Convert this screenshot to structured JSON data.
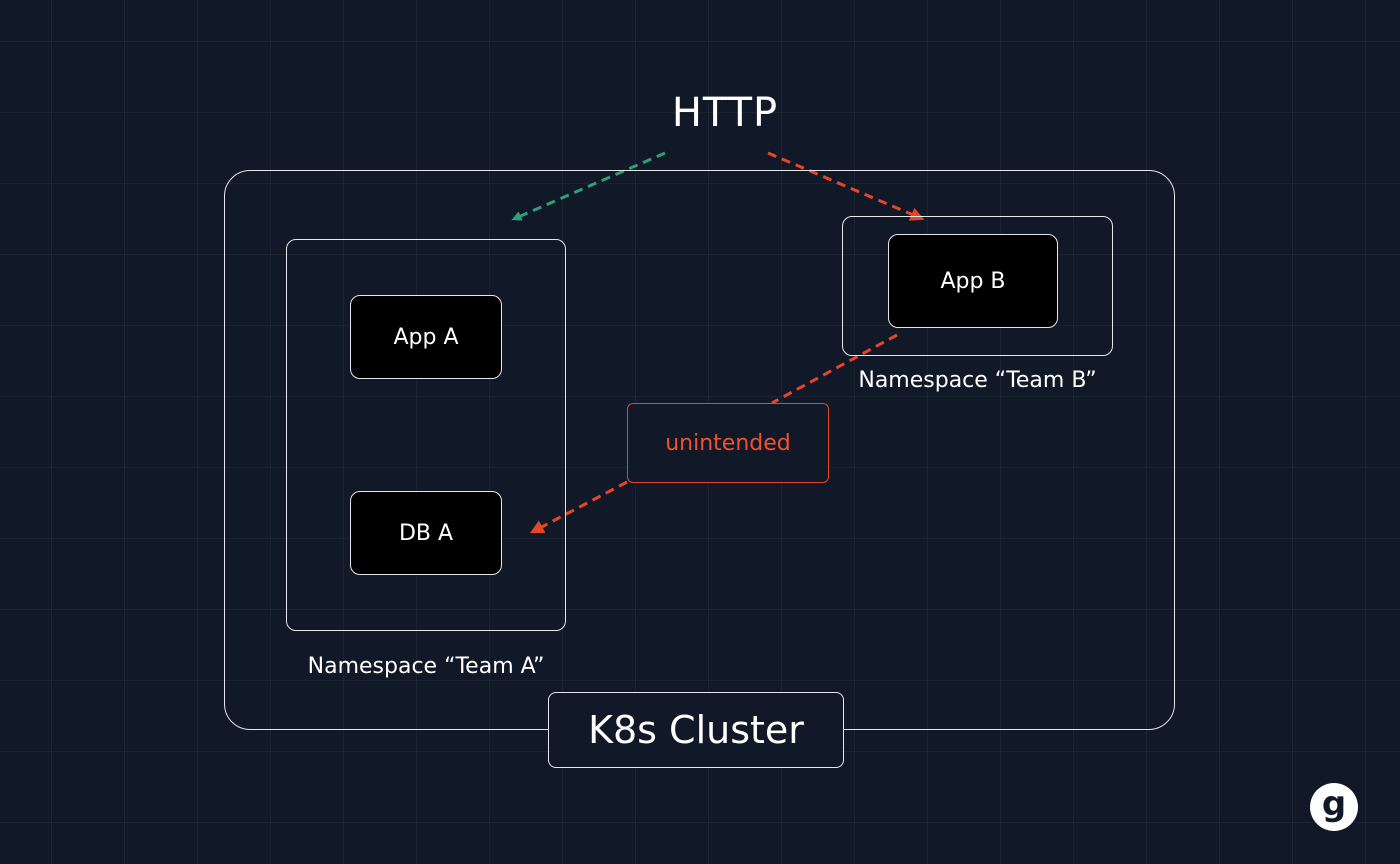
{
  "diagram": {
    "protocol_label": "HTTP",
    "cluster_label": "K8s Cluster",
    "namespaces": [
      {
        "id": "team-a",
        "label": "Namespace “Team A”"
      },
      {
        "id": "team-b",
        "label": "Namespace “Team B”"
      }
    ],
    "nodes": {
      "app_a": "App A",
      "db_a": "DB A",
      "app_b": "App B"
    },
    "unintended_label": "unintended",
    "colors": {
      "background": "#111827",
      "allowed_flow": "#2f9e7a",
      "unintended_flow": "#e5462b",
      "border": "#e5e7eb"
    },
    "edges": [
      {
        "from": "HTTP",
        "to": "Namespace “Team A”",
        "type": "allowed"
      },
      {
        "from": "HTTP",
        "to": "App B",
        "type": "unintended"
      },
      {
        "from": "App B",
        "to": "DB A",
        "type": "unintended"
      }
    ],
    "logo": {
      "icon": "g-logo-icon",
      "text": "g"
    }
  }
}
